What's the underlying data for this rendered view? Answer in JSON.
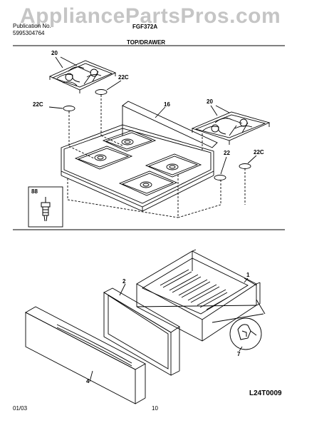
{
  "watermark": "AppliancePartsPros.com",
  "header": {
    "publication_label": "Publication No.",
    "publication_number": "5995304764",
    "model": "FGF372A",
    "section_title": "TOP/DRAWER"
  },
  "callouts": {
    "grate_left": "20",
    "cap_left_a": "22C",
    "cap_left_b": "22C",
    "top": "16",
    "grate_right": "20",
    "cap_right": "22C",
    "head_right": "22",
    "inset_ref": "88",
    "drawer": "1",
    "drawer_liner": "2",
    "drawer_front": "4",
    "glide": "7"
  },
  "diagram_code": "L24T0009",
  "footer": {
    "date": "01/03",
    "page": "10"
  },
  "colors": {
    "line": "#000000",
    "watermark": "#969696"
  }
}
